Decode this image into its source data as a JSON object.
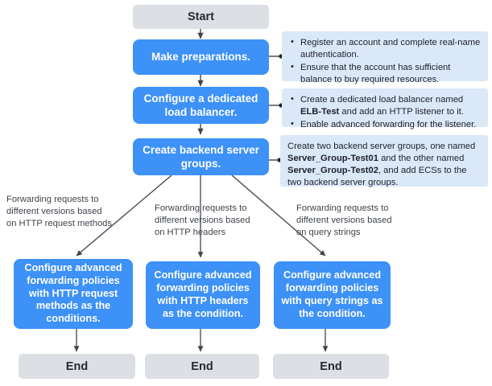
{
  "diagram": {
    "title": "Advanced forwarding configuration flowchart",
    "colors": {
      "terminal_bg": "#dcdfe3",
      "process_bg": "#3d91f7",
      "callout_bg": "#dbe8f8",
      "connector": "#3f444d",
      "process_text": "#ffffff",
      "terminal_text": "#262b33"
    },
    "nodes": {
      "start": {
        "label": "Start",
        "type": "terminal"
      },
      "step1": {
        "label": "Make preparations.",
        "type": "process"
      },
      "step2": {
        "label": "Configure a dedicated load balancer.",
        "type": "process"
      },
      "step3": {
        "label": "Create backend server groups.",
        "type": "process"
      },
      "branch_left": {
        "label": "Configure advanced forwarding policies with HTTP request methods as the conditions.",
        "type": "process"
      },
      "branch_mid": {
        "label": "Configure advanced forwarding policies with HTTP headers as the condition.",
        "type": "process"
      },
      "branch_right": {
        "label": "Configure advanced forwarding policies with query strings as the condition.",
        "type": "process"
      },
      "end_left": {
        "label": "End",
        "type": "terminal"
      },
      "end_mid": {
        "label": "End",
        "type": "terminal"
      },
      "end_right": {
        "label": "End",
        "type": "terminal"
      }
    },
    "callouts": {
      "prep": {
        "items": [
          "Register an account and complete real-name authentication.",
          "Ensure that the account has sufficient balance to buy required resources."
        ]
      },
      "loadbalancer": {
        "item1_pre": "Create a dedicated load balancer named ",
        "item1_bold": "ELB-Test",
        "item1_post": " and add an HTTP listener to it.",
        "item2": "Enable advanced forwarding for the listener."
      },
      "servergroups": {
        "pre": "Create two backend server groups, one named ",
        "bold1": "Server_Group-Test01",
        "mid": " and the other named ",
        "bold2": "Server_Group-Test02",
        "post": ", and add ECSs to the two backend server groups."
      }
    },
    "edge_labels": {
      "left": "Forwarding requests to\ndifferent versions based\non HTTP request methods",
      "middle": "Forwarding requests to\ndifferent versions based\non HTTP headers",
      "right": "Forwarding requests to\ndifferent versions based\non query strings"
    }
  }
}
